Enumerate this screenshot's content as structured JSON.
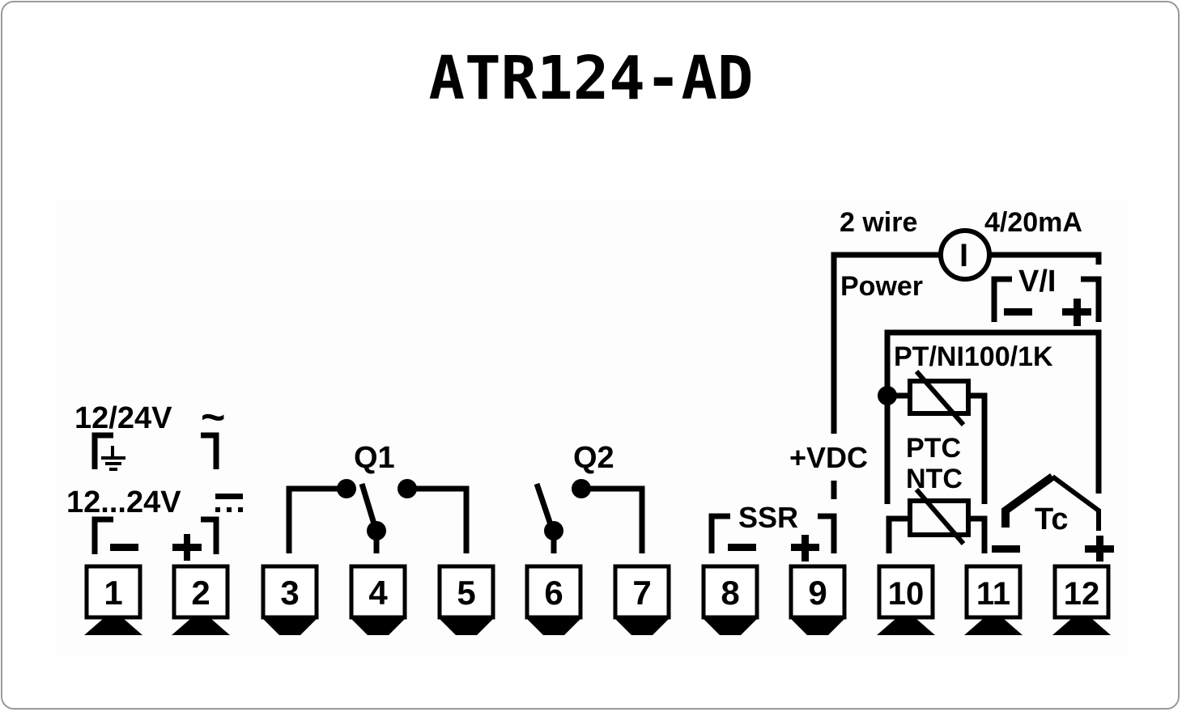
{
  "title": "ATR124-AD",
  "labels": {
    "power_ac": "12/24V",
    "ac_symbol": "~",
    "power_dc": "12...24V",
    "q1": "Q1",
    "q2": "Q2",
    "ssr": "SSR",
    "vdc": "+VDC",
    "two_wire": "2 wire",
    "current_range": "4/20mA",
    "power": "Power",
    "current_symbol": "I",
    "vi": "V/I",
    "rtd": "PT/NI100/1K",
    "ptc": "PTC",
    "ntc": "NTC",
    "tc": "Tc",
    "minus": "−",
    "plus": "+"
  },
  "terminals": [
    {
      "number": "1",
      "foot": "base"
    },
    {
      "number": "2",
      "foot": "base"
    },
    {
      "number": "3",
      "foot": "funnel"
    },
    {
      "number": "4",
      "foot": "funnel"
    },
    {
      "number": "5",
      "foot": "funnel"
    },
    {
      "number": "6",
      "foot": "funnel"
    },
    {
      "number": "7",
      "foot": "funnel"
    },
    {
      "number": "8",
      "foot": "funnel"
    },
    {
      "number": "9",
      "foot": "funnel"
    },
    {
      "number": "10",
      "foot": "base"
    },
    {
      "number": "11",
      "foot": "base"
    },
    {
      "number": "12",
      "foot": "base"
    }
  ]
}
